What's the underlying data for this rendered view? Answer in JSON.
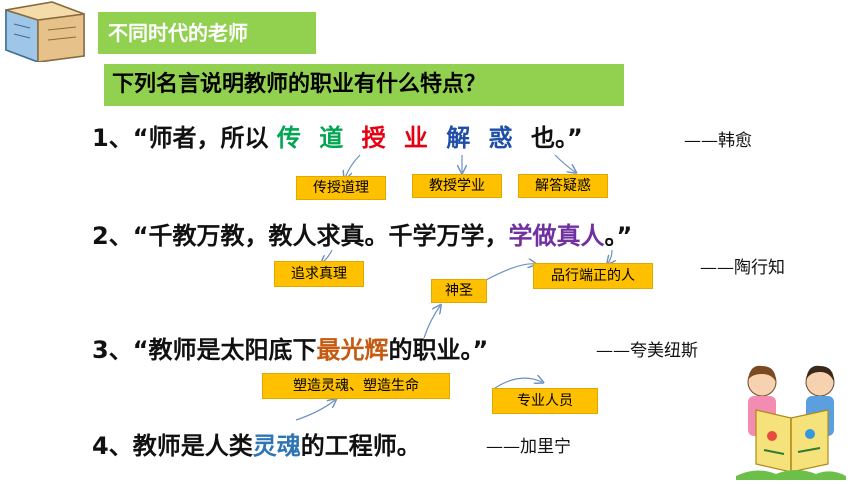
{
  "header": {
    "tag_label": "不同时代的老师",
    "question": "下列名言说明教师的职业有什么特点？"
  },
  "quotes": {
    "q1": {
      "prefix": "1、“师者，所以",
      "w1": "传",
      "w2": "道",
      "w3": "授",
      "w4": "业",
      "w5": "解",
      "w6": "惑",
      "suffix": "也。”",
      "author": "——韩愈"
    },
    "q2": {
      "prefix": "2、“千教万教，教人求真。千学万学，",
      "highlight": "学做真人",
      "suffix": "。”",
      "author": "——陶行知"
    },
    "q3": {
      "prefix": "3、“教师是太阳底下",
      "highlight": "最光辉",
      "suffix": "的职业。”",
      "author": "——夸美纽斯"
    },
    "q4": {
      "prefix": "4、教师是人类",
      "highlight": "灵魂",
      "suffix": "的工程师。",
      "author": "——加里宁"
    }
  },
  "notes": {
    "chuan_dao_li": "传授道理",
    "jiao_shou_xue_ye": "教授学业",
    "jie_da_yi_huo": "解答疑惑",
    "zhui_qiu_zhen_li": "追求真理",
    "pin_xing_duan_zheng": "品行端正的人",
    "shen_sheng": "神圣",
    "su_zao": "塑造灵魂、塑造生命",
    "zhuan_ye": "专业人员"
  },
  "colors": {
    "banner_green": "#92d050",
    "note_orange": "#ffc000",
    "green": "#00a651",
    "red": "#e60012",
    "blue": "#1f4ea8",
    "purple": "#7030a0",
    "orange": "#c55a11",
    "light_blue": "#2e75b6"
  },
  "icons": {
    "top_left": "book-box-icon",
    "bottom_right": "children-reading-icon"
  }
}
